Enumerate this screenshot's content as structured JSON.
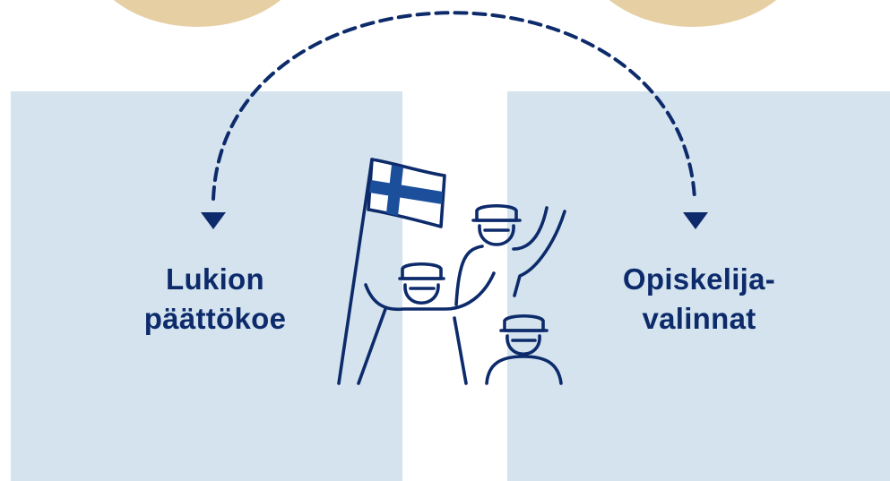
{
  "colors": {
    "background": "#ffffff",
    "panel": "#d4e3ee",
    "navy": "#0d2b6b",
    "sand": "#e6cfa3",
    "flag_blue": "#1b4f9c",
    "white": "#ffffff"
  },
  "left_box": {
    "line1": "Lukion",
    "line2": "päättökoe"
  },
  "right_box": {
    "line1": "Opiskelija-",
    "line2": "valinnat"
  },
  "illustration": {
    "icon": "graduates-celebrating-with-finnish-flag-icon",
    "arrow": "dashed-double-arrow-icon"
  }
}
